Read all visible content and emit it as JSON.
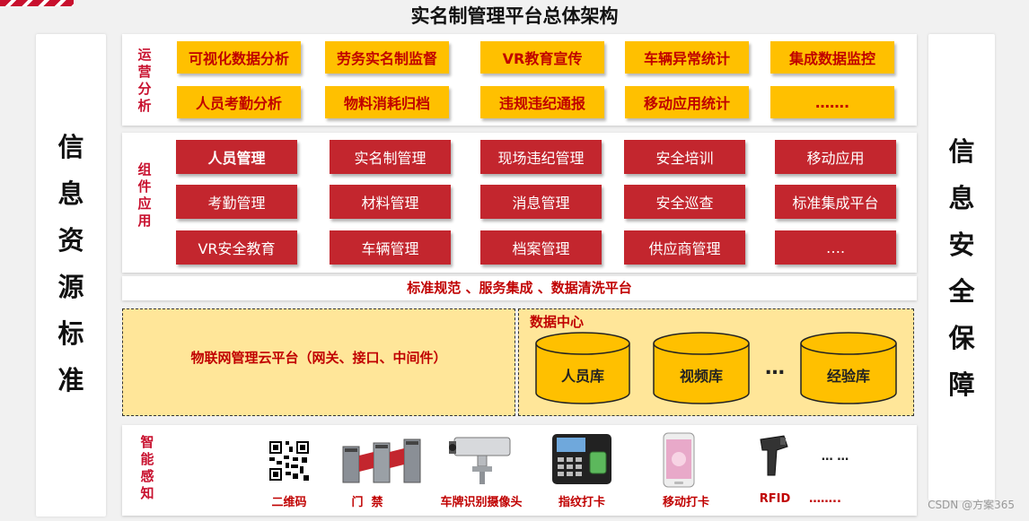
{
  "title": "实名制管理平台总体架构",
  "left_column": [
    "信",
    "息",
    "资",
    "源",
    "标",
    "准"
  ],
  "right_column": [
    "信",
    "息",
    "安",
    "全",
    "保",
    "障"
  ],
  "operations": {
    "label": [
      "运",
      "营",
      "分",
      "析"
    ],
    "row1": [
      "可视化数据分析",
      "劳务实名制监督",
      "VR教育宣传",
      "车辆异常统计",
      "集成数据监控"
    ],
    "row2": [
      "人员考勤分析",
      "物料消耗归档",
      "违规违纪通报",
      "移动应用统计",
      "……."
    ]
  },
  "components": {
    "label": [
      "组",
      "件",
      "应",
      "用"
    ],
    "row1": [
      "人员管理",
      "实名制管理",
      "现场违纪管理",
      "安全培训",
      "移动应用"
    ],
    "row2": [
      "考勤管理",
      "材料管理",
      "消息管理",
      "安全巡查",
      "标准集成平台"
    ],
    "row3": [
      "VR安全教育",
      "车辆管理",
      "档案管理",
      "供应商管理",
      "…."
    ]
  },
  "standards_bar": "标准规范 、服务集成 、数据清洗平台",
  "iot_platform": "物联网管理云平台（网关、接口、中间件）",
  "data_center": {
    "title": "数据中心",
    "stores": [
      "人员库",
      "视频库",
      "经验库"
    ],
    "ellipsis": "…"
  },
  "sensing": {
    "label": [
      "智",
      "能",
      "感",
      "知"
    ],
    "devices": [
      {
        "label": "二维码",
        "icon": "qr-code-icon"
      },
      {
        "label": "门  禁",
        "icon": "access-gate-icon"
      },
      {
        "label": "车牌识别摄像头",
        "icon": "camera-icon"
      },
      {
        "label": "指纹打卡",
        "icon": "fingerprint-icon"
      },
      {
        "label": "移动打卡",
        "icon": "smartphone-icon"
      },
      {
        "label": "RFID",
        "icon": "barcode-scanner-icon"
      }
    ],
    "more_top": "… …",
    "more_bottom": "……..",
    "colors": {
      "accent": "#c00000",
      "yellow": "#ffc000",
      "red": "#c3262e",
      "pale": "#ffe699"
    }
  },
  "watermark": "CSDN @方案365"
}
